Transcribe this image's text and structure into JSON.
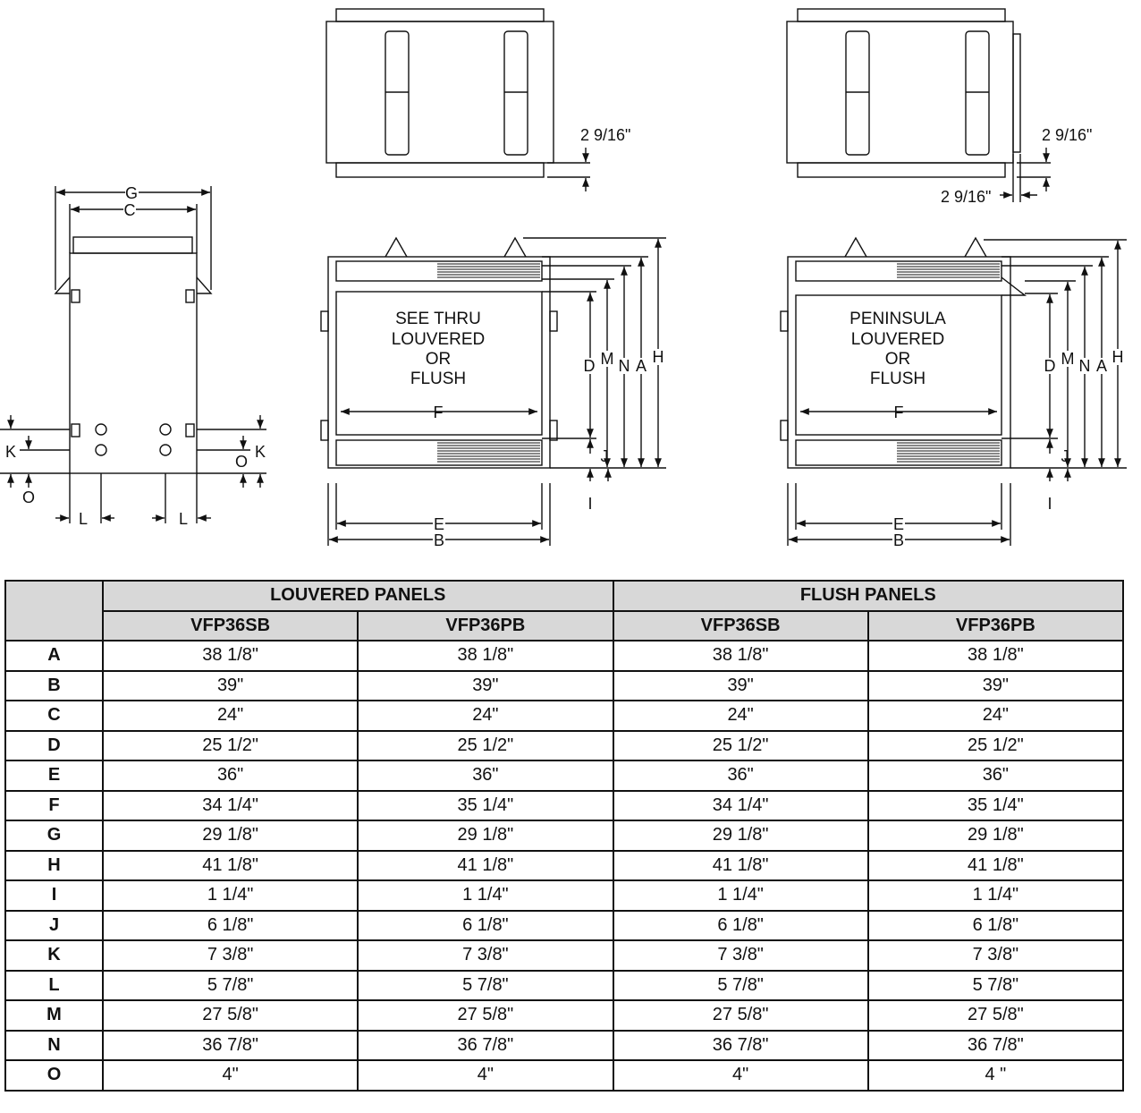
{
  "drawings": {
    "see_thru_label": [
      "SEE THRU",
      "LOUVERED",
      "OR",
      "FLUSH"
    ],
    "peninsula_label": [
      "PENINSULA",
      "LOUVERED",
      "OR",
      "FLUSH"
    ],
    "offset_label": "2 9/16\"",
    "letters": [
      "A",
      "B",
      "C",
      "D",
      "E",
      "F",
      "G",
      "H",
      "I",
      "J",
      "K",
      "L",
      "M",
      "N",
      "O"
    ]
  },
  "table": {
    "group_headers": [
      "LOUVERED PANELS",
      "FLUSH PANELS"
    ],
    "model_headers": [
      "VFP36SB",
      "VFP36PB",
      "VFP36SB",
      "VFP36PB"
    ],
    "rows": [
      {
        "label": "A",
        "values": [
          "38 1/8\"",
          "38 1/8\"",
          "38 1/8\"",
          "38 1/8\""
        ]
      },
      {
        "label": "B",
        "values": [
          "39\"",
          "39\"",
          "39\"",
          "39\""
        ]
      },
      {
        "label": "C",
        "values": [
          "24\"",
          "24\"",
          "24\"",
          "24\""
        ]
      },
      {
        "label": "D",
        "values": [
          "25 1/2\"",
          "25 1/2\"",
          "25 1/2\"",
          "25 1/2\""
        ]
      },
      {
        "label": "E",
        "values": [
          "36\"",
          "36\"",
          "36\"",
          "36\""
        ]
      },
      {
        "label": "F",
        "values": [
          "34 1/4\"",
          "35 1/4\"",
          "34 1/4\"",
          "35 1/4\""
        ]
      },
      {
        "label": "G",
        "values": [
          "29 1/8\"",
          "29 1/8\"",
          "29 1/8\"",
          "29 1/8\""
        ]
      },
      {
        "label": "H",
        "values": [
          "41 1/8\"",
          "41 1/8\"",
          "41 1/8\"",
          "41 1/8\""
        ]
      },
      {
        "label": "I",
        "values": [
          "1 1/4\"",
          "1 1/4\"",
          "1 1/4\"",
          "1 1/4\""
        ]
      },
      {
        "label": "J",
        "values": [
          "6 1/8\"",
          "6 1/8\"",
          "6 1/8\"",
          "6 1/8\""
        ]
      },
      {
        "label": "K",
        "values": [
          "7 3/8\"",
          "7 3/8\"",
          "7 3/8\"",
          "7 3/8\""
        ]
      },
      {
        "label": "L",
        "values": [
          "5 7/8\"",
          "5 7/8\"",
          "5 7/8\"",
          "5 7/8\""
        ]
      },
      {
        "label": "M",
        "values": [
          "27 5/8\"",
          "27 5/8\"",
          "27 5/8\"",
          "27 5/8\""
        ]
      },
      {
        "label": "N",
        "values": [
          "36 7/8\"",
          "36 7/8\"",
          "36 7/8\"",
          "36 7/8\""
        ]
      },
      {
        "label": "O",
        "values": [
          "4\"",
          "4\"",
          "4\"",
          "4 \""
        ]
      }
    ]
  }
}
